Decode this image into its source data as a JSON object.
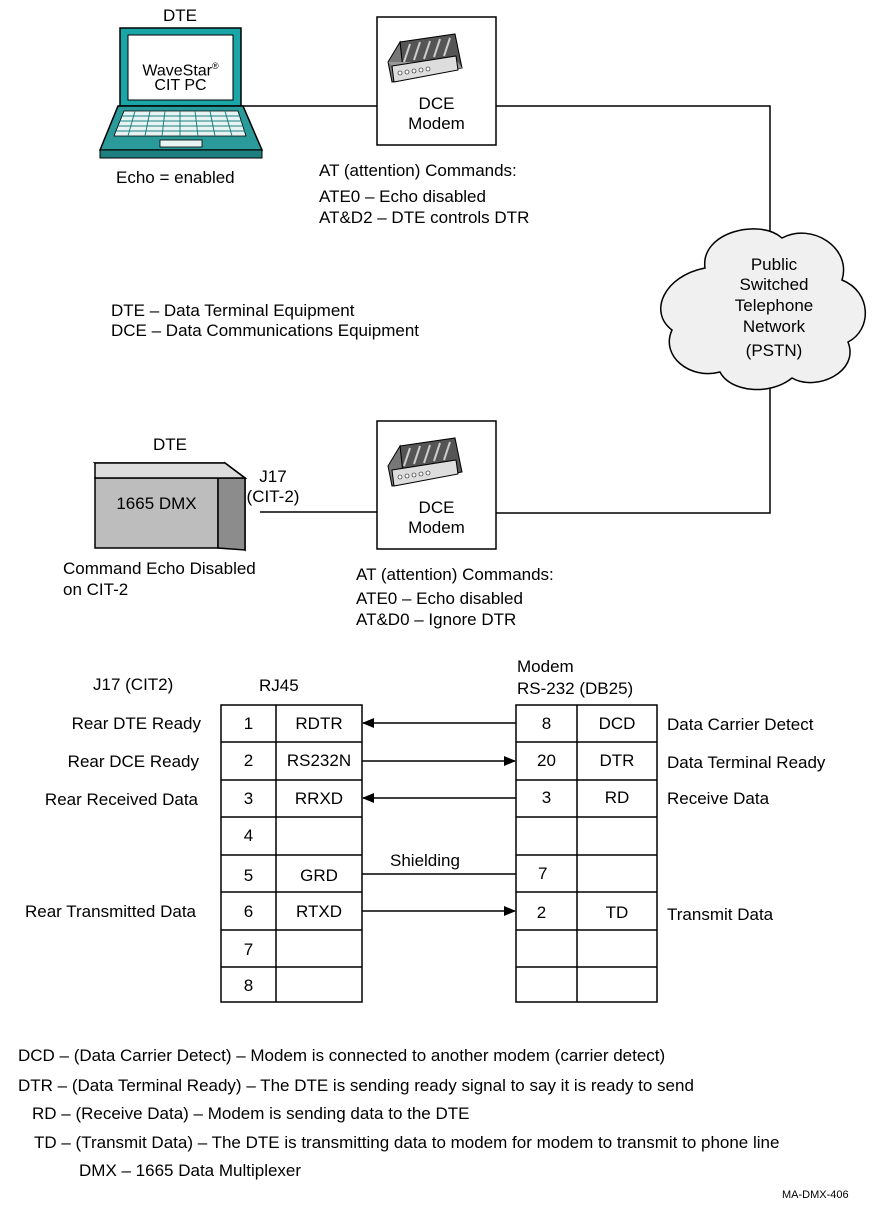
{
  "top": {
    "dte_label": "DTE",
    "pc_brand": "WaveStar",
    "pc_reg": "®",
    "pc_model": "CIT PC",
    "echo_note": "Echo = enabled",
    "modem_l1": "DCE",
    "modem_l2": "Modem",
    "at_title": "AT (attention) Commands:",
    "at_cmd1": "ATE0 – Echo disabled",
    "at_cmd2": "AT&D2 – DTE controls DTR"
  },
  "cloud": {
    "l1": "Public",
    "l2": "Switched",
    "l3": "Telephone",
    "l4": "Network",
    "l5": "(PSTN)"
  },
  "definitions": {
    "dte": "DTE – Data Terminal Equipment",
    "dce": "DCE – Data Communications Equipment"
  },
  "bottom": {
    "dte_label": "DTE",
    "box_label": "1665 DMX",
    "port_l1": "J17",
    "port_l2": "(CIT-2)",
    "echo_l1": "Command Echo Disabled",
    "echo_l2": "on CIT-2",
    "modem_l1": "DCE",
    "modem_l2": "Modem",
    "at_title": "AT (attention) Commands:",
    "at_cmd1": "ATE0 – Echo disabled",
    "at_cmd2": "AT&D0 – Ignore DTR"
  },
  "pinout": {
    "left_header": "J17 (CIT2)",
    "rj45_header": "RJ45",
    "modem_header_l1": "Modem",
    "modem_header_l2": "RS-232 (DB25)",
    "shielding": "Shielding",
    "rows": [
      {
        "left_desc": "Rear DTE Ready",
        "pin": "1",
        "sig": "RDTR",
        "mpin": "8",
        "msig": "DCD",
        "right_desc": "Data Carrier Detect"
      },
      {
        "left_desc": "Rear DCE Ready",
        "pin": "2",
        "sig": "RS232N",
        "mpin": "20",
        "msig": "DTR",
        "right_desc": "Data Terminal Ready"
      },
      {
        "left_desc": "Rear Received Data",
        "pin": "3",
        "sig": "RRXD",
        "mpin": "3",
        "msig": "RD",
        "right_desc": "Receive Data"
      },
      {
        "left_desc": "",
        "pin": "4",
        "sig": "",
        "mpin": "",
        "msig": "",
        "right_desc": ""
      },
      {
        "left_desc": "",
        "pin": "5",
        "sig": "GRD",
        "mpin": "7",
        "msig": "",
        "right_desc": ""
      },
      {
        "left_desc": "Rear Transmitted Data",
        "pin": "6",
        "sig": "RTXD",
        "mpin": "2",
        "msig": "TD",
        "right_desc": "Transmit Data"
      },
      {
        "left_desc": "",
        "pin": "7",
        "sig": "",
        "mpin": "",
        "msig": "",
        "right_desc": ""
      },
      {
        "left_desc": "",
        "pin": "8",
        "sig": "",
        "mpin": "",
        "msig": "",
        "right_desc": ""
      }
    ]
  },
  "legend": {
    "dcd": "DCD – (Data Carrier Detect) – Modem is connected to another modem (carrier detect)",
    "dtr": "DTR – (Data Terminal Ready) – The DTE is sending ready signal to say it is ready to send",
    "rd": "RD – (Receive Data) – Modem is sending data to the DTE",
    "td": "TD – (Transmit Data) – The DTE is transmitting data to modem for modem to transmit to phone line",
    "dmx": "DMX – 1665 Data Multiplexer"
  },
  "figure_id": "MA-DMX-406",
  "colors": {
    "screen": "#1aa6a6",
    "laptop_body": "#2a9a9a",
    "box_face": "#bdbdbd",
    "box_top": "#dcdcdc",
    "box_side": "#8c8c8c"
  }
}
